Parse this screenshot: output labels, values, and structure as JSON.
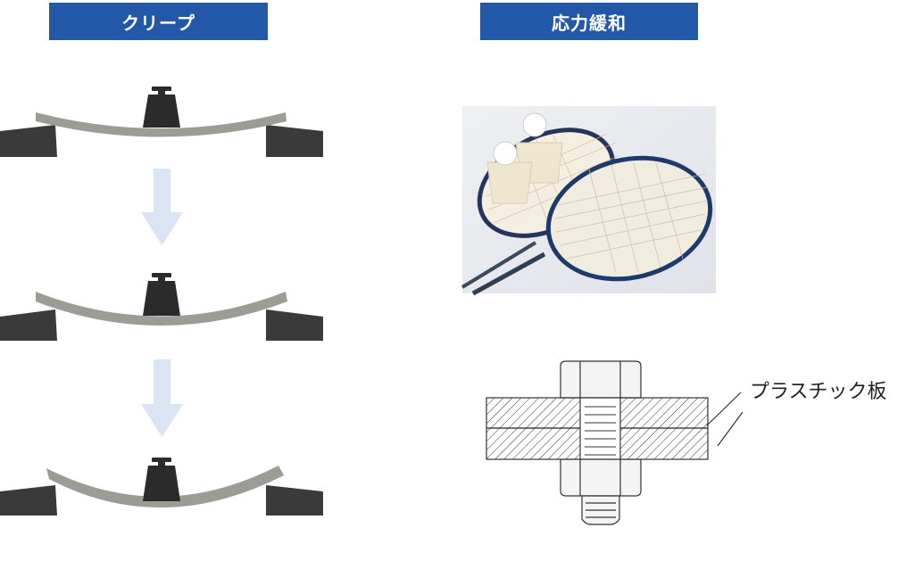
{
  "creep": {
    "title": "クリープ"
  },
  "stress_relaxation": {
    "title": "応力緩和",
    "plastic_plate_label": "プラスチック板"
  },
  "colors": {
    "header_bg": "#2357a8",
    "beam": "#9a9c95",
    "support": "#3a3a3a",
    "weight": "#2b2b2b",
    "arrow": "#dae4f3"
  }
}
